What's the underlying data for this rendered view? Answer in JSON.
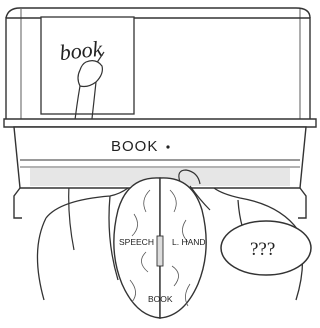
{
  "handwritten_word": "book",
  "screen_word": "BOOK",
  "hemisphere_labels": {
    "left": "SPEECH",
    "right": "L. HAND",
    "bottom": "BOOK"
  },
  "speech_bubble": "???"
}
